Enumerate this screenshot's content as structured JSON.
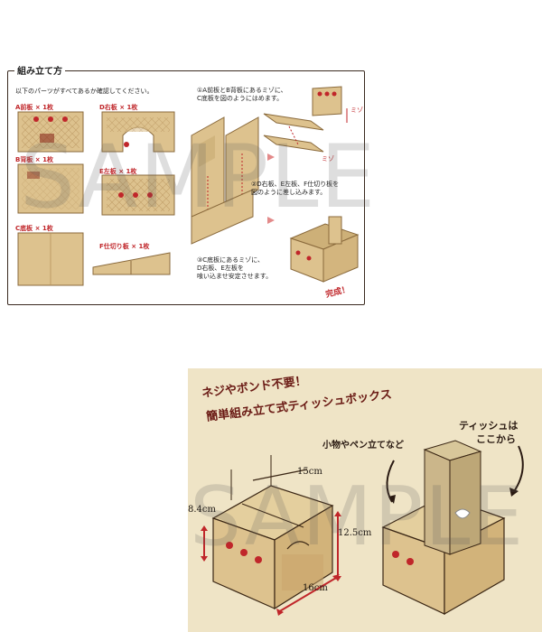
{
  "top": {
    "title": "組み立て方",
    "intro": "以下のパーツがすべてあるか確認してください。",
    "parts": [
      {
        "label": "A前板 × 1枚"
      },
      {
        "label": "D右板 × 1枚"
      },
      {
        "label": "B背板 × 1枚"
      },
      {
        "label": "E左板 × 1枚"
      },
      {
        "label": "C底板 × 1枚"
      },
      {
        "label": "F仕切り板 × 1枚"
      }
    ],
    "steps": [
      "①A前板とB背板にあるミゾに、\nC底板を図のようにはめます。",
      "②D右板、E左板、F仕切り板を\n図のように差し込みます。",
      "③C底板にあるミゾに、\nD右板、E左板を\n喰い込ませ安定させます。"
    ],
    "groove_label": "ミゾ",
    "done": "完成！"
  },
  "bottom": {
    "title_line1": "ネジやボンド不要！",
    "title_line2": "簡単組み立て式ティッシュボックス",
    "caption_small": "小物やペン立てなど",
    "caption_tissue_1": "ティッシュは",
    "caption_tissue_2": "ここから",
    "dims": {
      "width": "15cm",
      "height": "8.4cm",
      "depth": "12.5cm",
      "length": "16cm"
    }
  },
  "watermark": "SAMPLE",
  "colors": {
    "wood": "#ddc28e",
    "wood_dark": "#8a6a3c",
    "accent_red": "#c0262a",
    "parchment": "#efe4c6",
    "title_red": "#6a1a14"
  }
}
